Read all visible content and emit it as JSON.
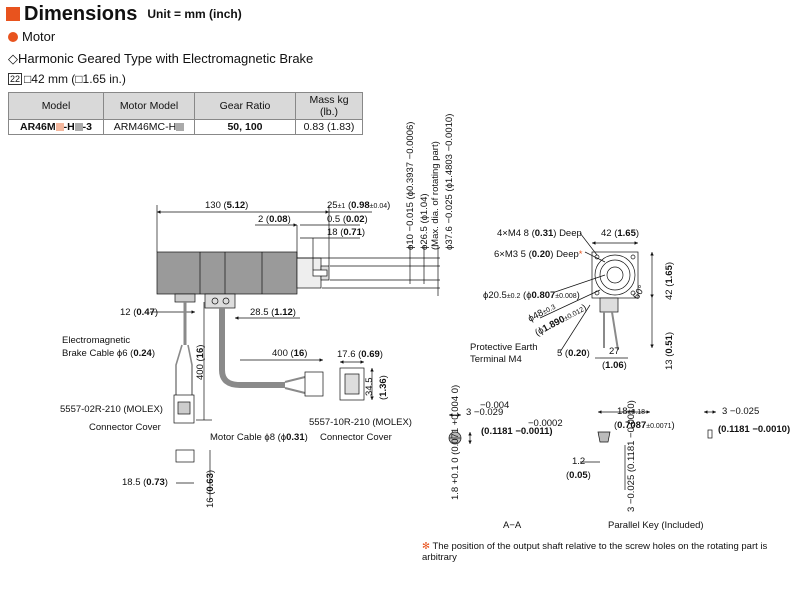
{
  "header": {
    "title": "Dimensions",
    "unit": "Unit = mm (inch)"
  },
  "section": "Motor",
  "variant": "◇Harmonic Geared Type with Electromagnetic Brake",
  "frame_size": {
    "badge": "22",
    "text": "□42 mm (□1.65 in.)"
  },
  "table": {
    "headers": [
      "Model",
      "Motor Model",
      "Gear Ratio",
      "Mass kg (lb.)"
    ],
    "row": {
      "model_a": "AR46M",
      "model_b": "-H",
      "model_c": "-3",
      "motor_a": "ARM46MC-H",
      "ratio": "50, 100",
      "mass": "0.83 (1.83)"
    }
  },
  "colors": {
    "accent": "#e8531e",
    "motor_body": "#9a9a9a",
    "cable": "#8a8a8a"
  },
  "side": {
    "len130": [
      "130 (",
      "5.12",
      ")"
    ],
    "len25": [
      "25",
      "±1",
      " (",
      "0.98",
      "±0.04",
      ")"
    ],
    "len2": [
      "2 (",
      "0.08",
      ")"
    ],
    "len05": [
      "0.5 (",
      "0.02",
      ")"
    ],
    "len18": [
      "18 (",
      "0.71",
      ")"
    ],
    "len12": [
      "12 (",
      "0.47",
      ")"
    ],
    "len285": [
      "28.5 (",
      "1.12",
      ")"
    ]
  },
  "vert": {
    "d10": "ϕ10 −0.015 (ϕ0.3937 −0.0006)",
    "d265": "ϕ26.5 (ϕ1.04)",
    "d265note": "(Max. dia. of rotating part)",
    "d376": "ϕ37.6 −0.025 (ϕ1.4803 −0.0010)"
  },
  "front": {
    "m4": [
      "4×M4 8 (",
      "0.31",
      ") Deep"
    ],
    "m3": [
      "6×M3 5 (",
      "0.20",
      ") Deep"
    ],
    "ast": "*",
    "w42": [
      "42 (",
      "1.65",
      ")"
    ],
    "h42": [
      "42 (",
      "1.65",
      ")"
    ],
    "d205": [
      "ϕ20.5",
      "±0.2",
      " (ϕ",
      "0.807",
      "±0.008",
      ")"
    ],
    "d48": [
      "ϕ48",
      "±0.3"
    ],
    "d48b": [
      "(ϕ",
      "1.890",
      "±0.012",
      ")"
    ],
    "ang": "60°",
    "h13": [
      "13 (",
      "0.51",
      ")"
    ],
    "pe1": "Protective Earth",
    "pe2": "Terminal M4",
    "w5": [
      "5 (",
      "0.20",
      ")"
    ],
    "w27": "27",
    "w27b": [
      "(",
      "1.06",
      ")"
    ]
  },
  "cable": {
    "brake1": "Electromagnetic",
    "brake2": [
      "Brake Cable ϕ6 (",
      "0.24",
      ")"
    ],
    "l400v": [
      "400 (",
      "16",
      ")"
    ],
    "l400h": [
      "400 (",
      "16",
      ")"
    ],
    "c176": [
      "17.6 (",
      "0.69",
      ")"
    ],
    "c345": "34.5",
    "c136": [
      "(",
      "1.36",
      ")"
    ],
    "molex2": "5557-02R-210 (MOLEX)",
    "cover1": "Connector Cover",
    "motorcable": [
      "Motor Cable ϕ8 (ϕ",
      "0.31",
      ")"
    ],
    "molex10": "5557-10R-210 (MOLEX)",
    "cover2": "Connector Cover",
    "c185": [
      "18.5 (",
      "0.73",
      ")"
    ],
    "c16": [
      "16 (",
      "0.63",
      ")"
    ]
  },
  "sections": {
    "aa_top": "3 −0.029",
    "aa_top_sup": "−0.004",
    "aa_inch": "(0.1181 −0.0011)",
    "aa_inch_sup": "−0.0002",
    "aa_vert": "1.8 +0.1 0 (0.071 +0.004 0)",
    "aa_label": "A−A",
    "pk_top": [
      "18",
      "±0.18"
    ],
    "pk_inch": [
      "(",
      "0.7087",
      "±0.0071",
      ")"
    ],
    "pk_12": "1.2",
    "pk_12b": [
      "(",
      "0.05",
      ")"
    ],
    "pk_vert": "3 −0.025 (0.1181 −0.0010)",
    "pk_label": "Parallel Key (Included)",
    "key_top": "3 −0.025",
    "key_inch": "(0.1181 −0.0010)"
  },
  "footnote": {
    "asterisk": "✻",
    "text": "The position of the output shaft relative to the screw holes on the rotating part is arbitrary"
  }
}
